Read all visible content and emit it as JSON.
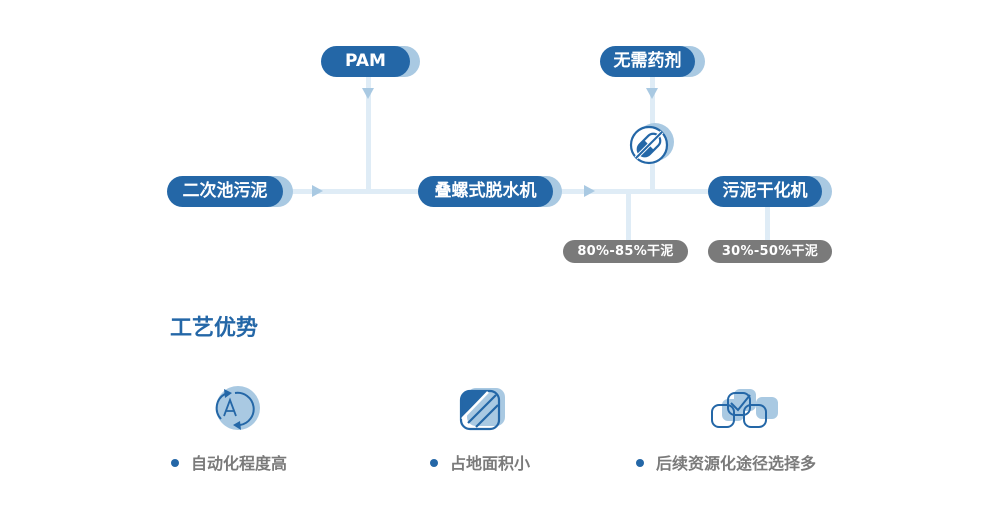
{
  "flow": {
    "nodes": {
      "source": "二次池污泥",
      "additive": "PAM",
      "dewater": "叠螺式脱水机",
      "no_chem": "无需药剂",
      "dryer": "污泥干化机"
    },
    "outputs": {
      "dewater_output": "80%-85%干泥",
      "dryer_output": "30%-50%干泥"
    },
    "icons": {
      "no_chem_icon": "no-pill-icon"
    }
  },
  "advantages": {
    "title": "工艺优势",
    "items": [
      {
        "icon": "auto-cycle-icon",
        "label": "自动化程度高"
      },
      {
        "icon": "small-footprint-icon",
        "label": "占地面积小"
      },
      {
        "icon": "resource-options-icon",
        "label": "后续资源化途径选择多"
      }
    ]
  },
  "colors": {
    "primary": "#2467a7",
    "shadow": "#a9c9e2",
    "line": "#dfecf6",
    "gray": "#7a7a7a"
  }
}
